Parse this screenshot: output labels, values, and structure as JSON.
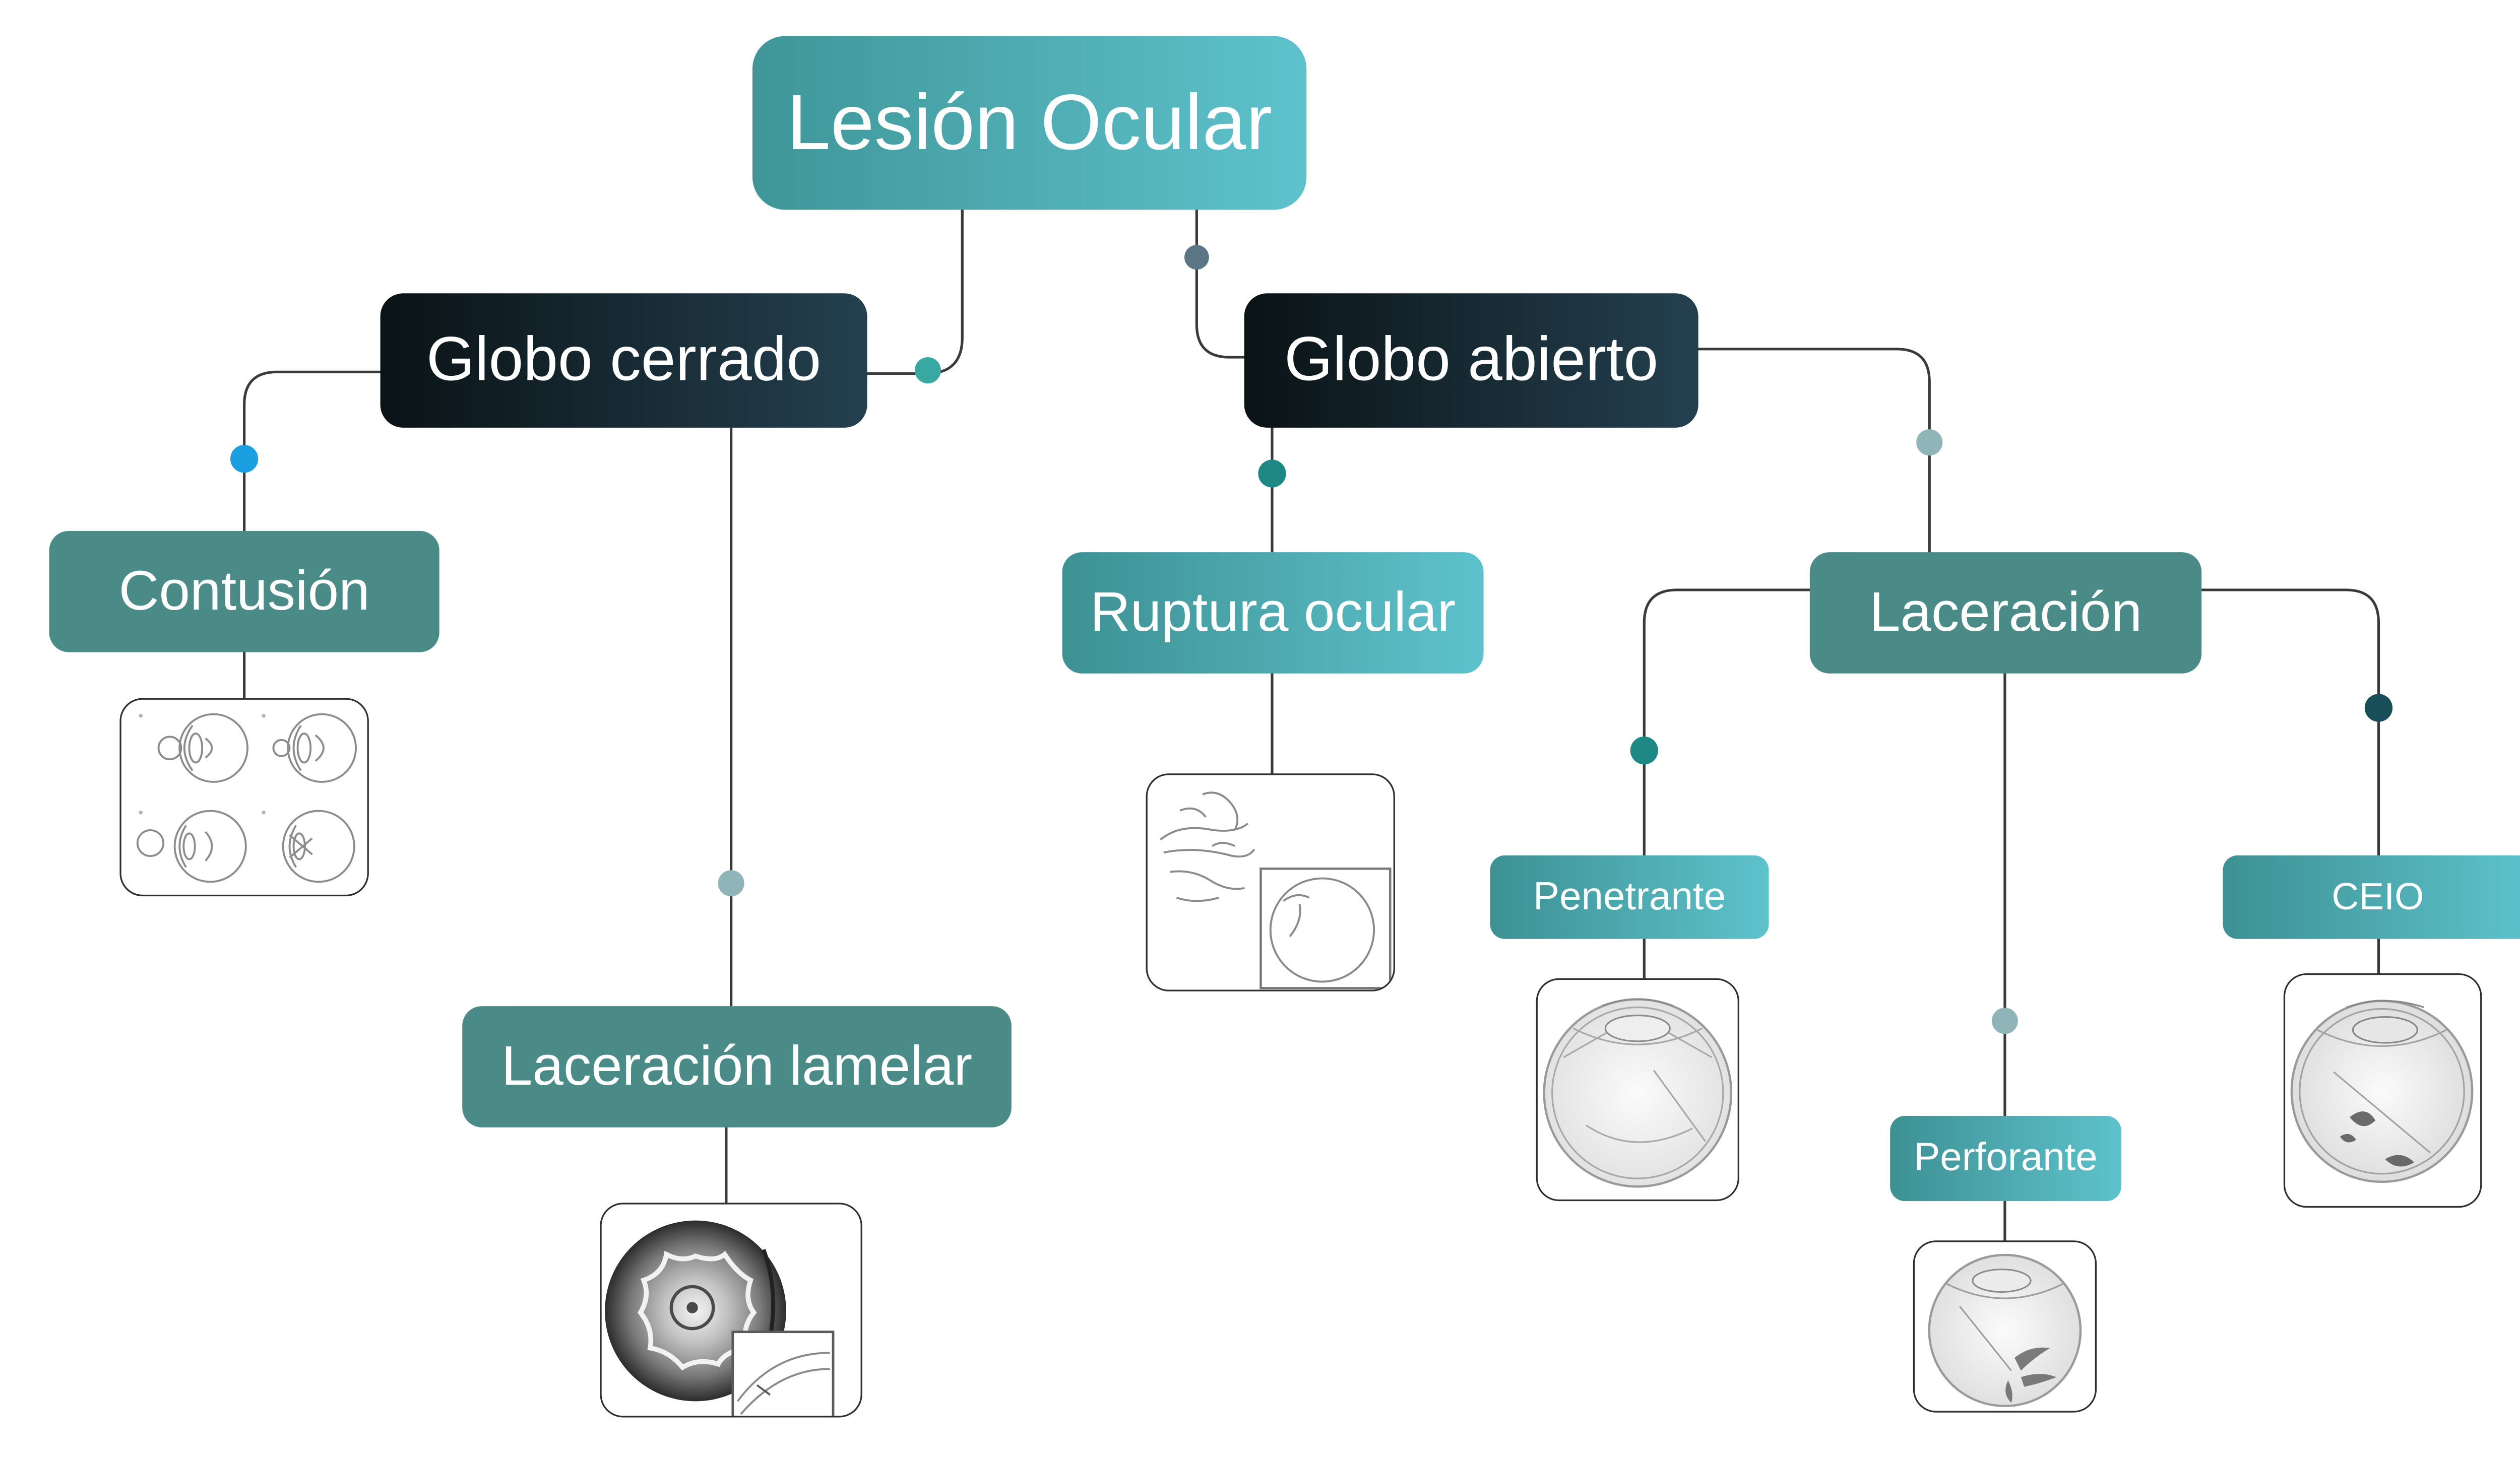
{
  "diagram": {
    "root": {
      "label": "Lesión Ocular"
    },
    "closed_globe": {
      "label": "Globo cerrado",
      "contusion": {
        "label": "Contusión",
        "illustration": "eye-contusion-stages-icon"
      },
      "lamellar_laceration": {
        "label": "Laceración lamelar",
        "illustration": "iris-lamellar-laceration-icon"
      }
    },
    "open_globe": {
      "label": "Globo abierto",
      "rupture": {
        "label": "Ruptura ocular",
        "illustration": "hand-pressing-eye-icon"
      },
      "laceration": {
        "label": "Laceración",
        "penetrating": {
          "label": "Penetrante",
          "illustration": "eye-cross-section-icon"
        },
        "perforating": {
          "label": "Perforante",
          "illustration": "eye-perforation-icon"
        },
        "ceio": {
          "label": "CEIO",
          "illustration": "eye-foreign-body-icon"
        }
      }
    }
  },
  "colors": {
    "root_gradient": [
      "#3f9698",
      "#5ec2cc"
    ],
    "category_gradient": [
      "#0a1316",
      "#24404f"
    ],
    "topic_solid": "#4b8b87",
    "topic_gradient": [
      "#3d9193",
      "#5ec2cc"
    ],
    "connector": "#3a3a3a",
    "dot_aqua": "#3aa8a2",
    "dot_slate": "#5c7584",
    "dot_blue": "#1aa0e0",
    "dot_light": "#8fb5b8",
    "dot_teal": "#1e8984",
    "dot_dark": "#184e58"
  }
}
